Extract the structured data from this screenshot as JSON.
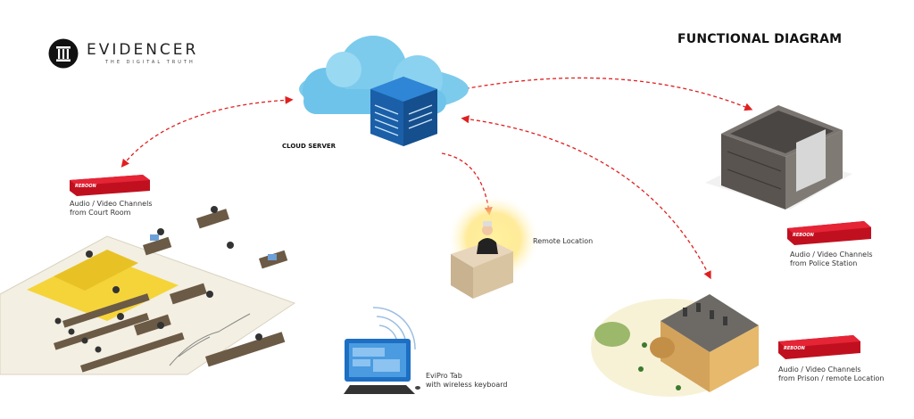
{
  "brand": {
    "name": "EVIDENCER",
    "tagline": "THE DIGITAL TRUTH"
  },
  "title": "FUNCTIONAL DIAGRAM",
  "cloud": {
    "label": "CLOUD SERVER"
  },
  "device_badge": "REBOON",
  "nodes": {
    "court_room": {
      "line1": "Audio / Video Channels",
      "line2": "from Court Room"
    },
    "remote": {
      "line1": "Remote Location"
    },
    "police": {
      "line1": "Audio / Video Channels",
      "line2": "from Police Station"
    },
    "prison": {
      "line1": "Audio / Video Channels",
      "line2": "from Prison / remote Location"
    },
    "tablet": {
      "line1": "EviPro Tab",
      "line2": "with wireless keyboard"
    }
  },
  "colors": {
    "connector": "#e02020",
    "badge": "#d8142a",
    "cloud": "#5bbde6",
    "server": "#1f6fc0",
    "courtroom_floor": "#f5d43a",
    "glow": "#ffe680"
  }
}
